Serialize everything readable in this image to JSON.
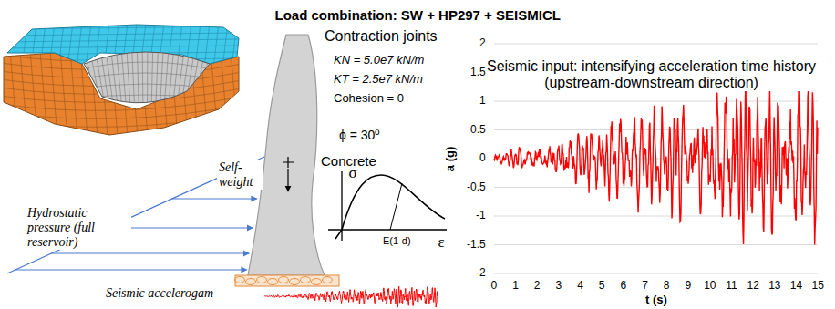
{
  "diagram": {
    "title": "Load combination: SW + HP297 + SEISMICL",
    "labels": [
      "Hydrostatic pressure (full reservoir)",
      "Self-weight",
      "Contraction joints",
      "KN = 5.0e7 kN/m",
      "KT = 2.5e7 kN/m",
      "Cohesion = 0",
      "ϕ = 30º",
      "Concrete",
      "σ",
      "ε",
      "E(1-d)",
      "Seismic accelerogam",
      "Seismic input: intensifying acceleration time history (upstream-downstream direction)",
      "a (g)",
      "t (s)",
      "2",
      "1.5",
      "1",
      "0.5",
      "0",
      "-0.5",
      "-1",
      "-1.5",
      "-2",
      "0",
      "1",
      "2",
      "3",
      "4",
      "5",
      "6",
      "7",
      "8",
      "9",
      "10",
      "11",
      "12",
      "13",
      "14",
      "15"
    ]
  }
}
